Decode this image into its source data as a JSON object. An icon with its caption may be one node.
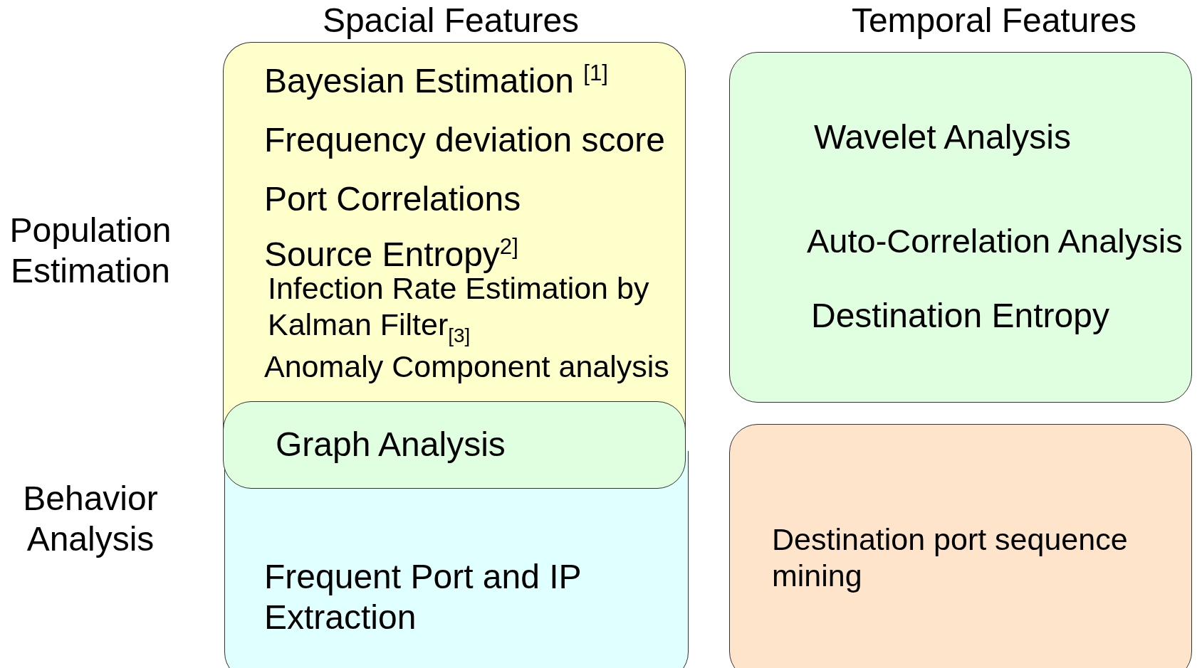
{
  "diagram": {
    "nodes": [
      {
        "text": [
          "Bayesian Estimation $^{[1]}$",
          "Frequency deviation score",
          "Port Correlations",
          "Source Entropy$^{2]}$",
          "Infection Rate Estimation by Kalman Filter$_{[3]}$",
          "Anomaly Component analysis"
        ]
      },
      {
        "text": [
          "Frequent Port and IP Extraction"
        ]
      },
      {
        "text": [
          "Graph Analysis"
        ]
      },
      {
        "text": [
          "Wavelet Analysis",
          "Auto-Correlation Analysis",
          "Destination Entropy"
        ]
      },
      {
        "text": [
          "Destination port sequence mining"
        ]
      }
    ],
    "labels": [
      "Spacial Features",
      "Temporal Features",
      "Population Estimation",
      "Behavior Analysis"
    ]
  }
}
